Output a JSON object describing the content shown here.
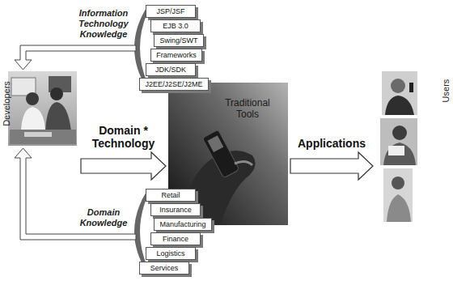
{
  "diagram": {
    "nodes": [
      {
        "text": [
          "Developers"
        ]
      },
      {
        "text": [
          "JSP/JSF"
        ]
      },
      {
        "text": [
          "EJB 3.0"
        ]
      },
      {
        "text": [
          "Swing/SWT"
        ]
      },
      {
        "text": [
          "Frameworks"
        ]
      },
      {
        "text": [
          "JDK/SDK"
        ]
      },
      {
        "text": [
          "J2EE/J2SE/J2ME"
        ]
      },
      {
        "text": [
          "Retail"
        ]
      },
      {
        "text": [
          "Insurance"
        ]
      },
      {
        "text": [
          "Manufacturing"
        ]
      },
      {
        "text": [
          "Finance"
        ]
      },
      {
        "text": [
          "Logistics"
        ]
      },
      {
        "text": [
          "Services"
        ]
      },
      {
        "text": [
          "Traditional Tools"
        ]
      },
      {
        "text": [
          "Users"
        ]
      }
    ],
    "edges": [
      {
        "from": 0,
        "to": 13,
        "label": "Domain * Technology",
        "arrow": "to"
      },
      {
        "from": 13,
        "to": 14,
        "label": "Applications",
        "arrow": "to"
      }
    ],
    "labels": [
      "Information Technology Knowledge",
      "Domain Knowledge"
    ]
  }
}
